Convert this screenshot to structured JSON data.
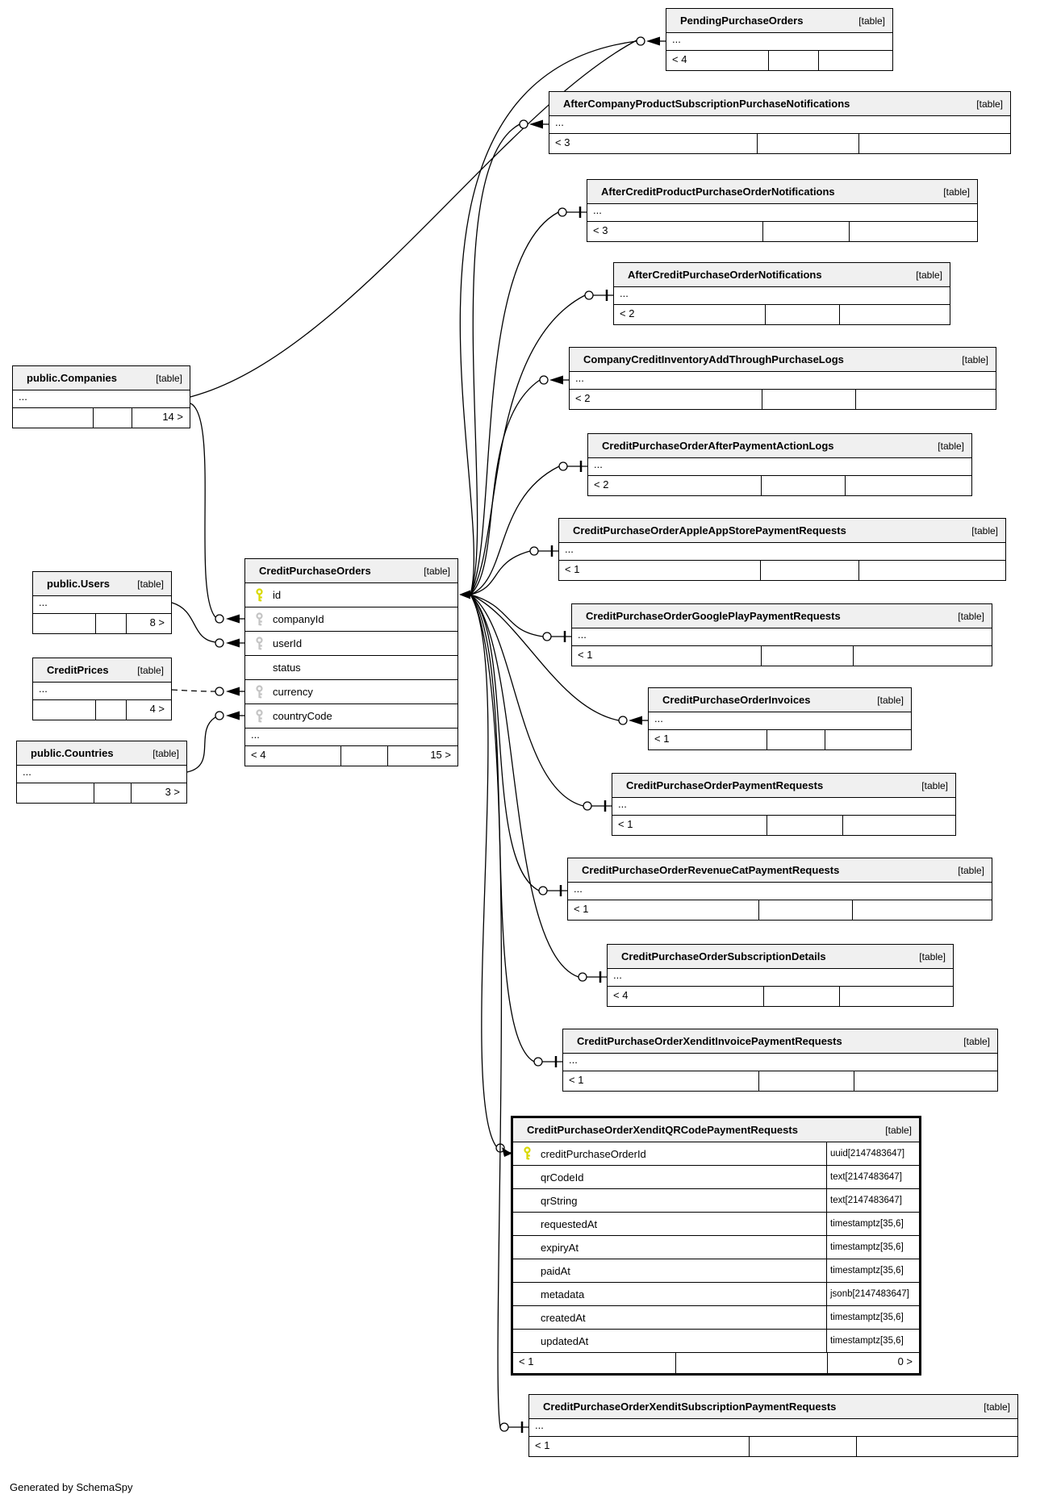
{
  "diagram": {
    "generator_note": "Generated by SchemaSpy",
    "table_tag": "[table]",
    "ellipsis": "..."
  },
  "colors": {
    "pk_key": "#d9d900",
    "fk_key": "#c4c4c4",
    "header_bg": "#f0f0f0",
    "border": "#000000"
  },
  "left_tables": [
    {
      "title": "public.Companies",
      "footer_left": "",
      "footer_right": "14 >"
    },
    {
      "title": "public.Users",
      "footer_left": "",
      "footer_right": "8 >"
    },
    {
      "title": "CreditPrices",
      "footer_left": "",
      "footer_right": "4 >"
    },
    {
      "title": "public.Countries",
      "footer_left": "",
      "footer_right": "3 >"
    }
  ],
  "center_table": {
    "title": "CreditPurchaseOrders",
    "columns": [
      {
        "name": "id",
        "key": "pk"
      },
      {
        "name": "companyId",
        "key": "fk"
      },
      {
        "name": "userId",
        "key": "fk"
      },
      {
        "name": "status",
        "key": "none"
      },
      {
        "name": "currency",
        "key": "fk"
      },
      {
        "name": "countryCode",
        "key": "fk"
      }
    ],
    "footer_left": "< 4",
    "footer_right": "15 >"
  },
  "right_tables": [
    {
      "title": "PendingPurchaseOrders",
      "footer_left": "< 4",
      "footer_right": ""
    },
    {
      "title": "AfterCompanyProductSubscriptionPurchaseNotifications",
      "footer_left": "< 3",
      "footer_right": ""
    },
    {
      "title": "AfterCreditProductPurchaseOrderNotifications",
      "footer_left": "< 3",
      "footer_right": ""
    },
    {
      "title": "AfterCreditPurchaseOrderNotifications",
      "footer_left": "< 2",
      "footer_right": ""
    },
    {
      "title": "CompanyCreditInventoryAddThroughPurchaseLogs",
      "footer_left": "< 2",
      "footer_right": ""
    },
    {
      "title": "CreditPurchaseOrderAfterPaymentActionLogs",
      "footer_left": "< 2",
      "footer_right": ""
    },
    {
      "title": "CreditPurchaseOrderAppleAppStorePaymentRequests",
      "footer_left": "< 1",
      "footer_right": ""
    },
    {
      "title": "CreditPurchaseOrderGooglePlayPaymentRequests",
      "footer_left": "< 1",
      "footer_right": ""
    },
    {
      "title": "CreditPurchaseOrderInvoices",
      "footer_left": "< 1",
      "footer_right": ""
    },
    {
      "title": "CreditPurchaseOrderPaymentRequests",
      "footer_left": "< 1",
      "footer_right": ""
    },
    {
      "title": "CreditPurchaseOrderRevenueCatPaymentRequests",
      "footer_left": "< 1",
      "footer_right": ""
    },
    {
      "title": "CreditPurchaseOrderSubscriptionDetails",
      "footer_left": "< 4",
      "footer_right": ""
    },
    {
      "title": "CreditPurchaseOrderXenditInvoicePaymentRequests",
      "footer_left": "< 1",
      "footer_right": ""
    },
    {
      "title": "CreditPurchaseOrderXenditSubscriptionPaymentRequests",
      "footer_left": "< 1",
      "footer_right": ""
    }
  ],
  "detail_table": {
    "title": "CreditPurchaseOrderXenditQRCodePaymentRequests",
    "columns": [
      {
        "name": "creditPurchaseOrderId",
        "type": "uuid[2147483647]",
        "key": "pk"
      },
      {
        "name": "qrCodeId",
        "type": "text[2147483647]",
        "key": "none"
      },
      {
        "name": "qrString",
        "type": "text[2147483647]",
        "key": "none"
      },
      {
        "name": "requestedAt",
        "type": "timestamptz[35,6]",
        "key": "none"
      },
      {
        "name": "expiryAt",
        "type": "timestamptz[35,6]",
        "key": "none"
      },
      {
        "name": "paidAt",
        "type": "timestamptz[35,6]",
        "key": "none"
      },
      {
        "name": "metadata",
        "type": "jsonb[2147483647]",
        "key": "none"
      },
      {
        "name": "createdAt",
        "type": "timestamptz[35,6]",
        "key": "none"
      },
      {
        "name": "updatedAt",
        "type": "timestamptz[35,6]",
        "key": "none"
      }
    ],
    "footer_left": "< 1",
    "footer_right": "0 >"
  }
}
